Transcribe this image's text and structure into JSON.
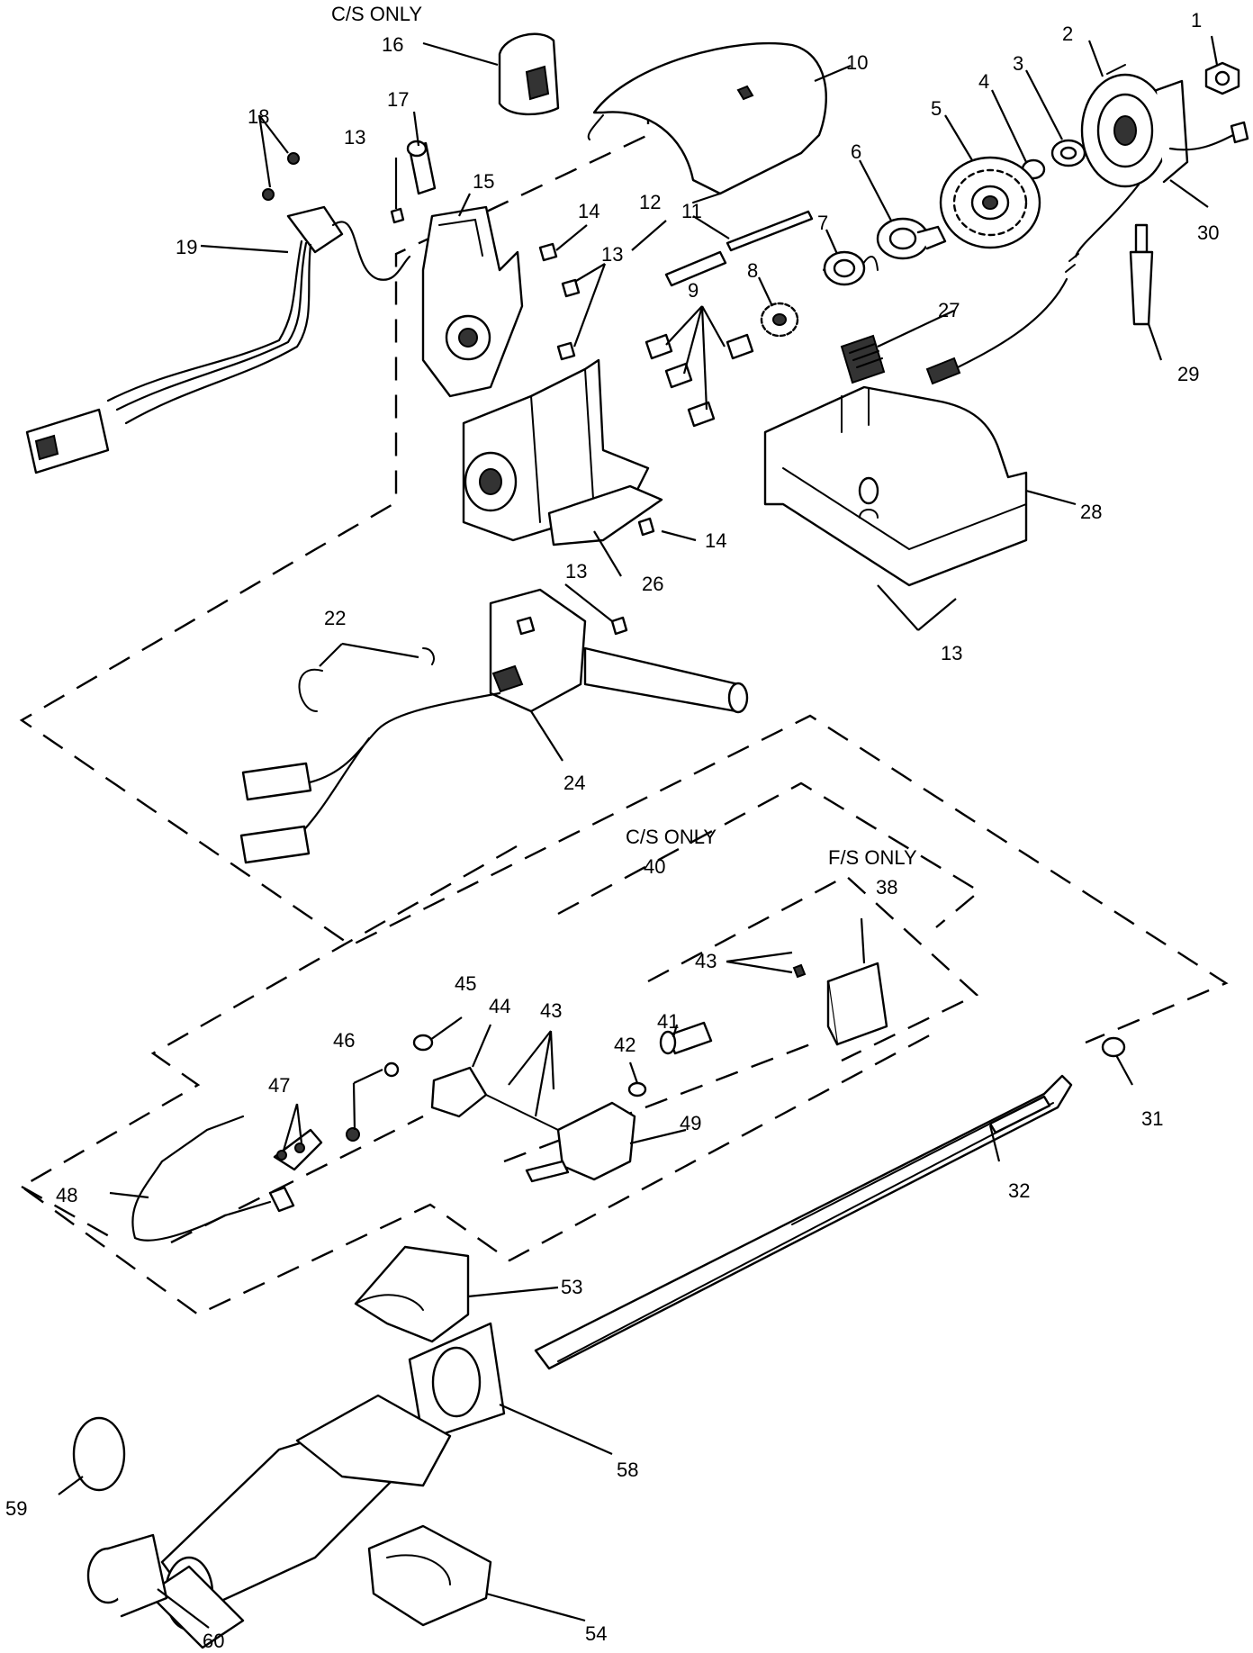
{
  "notes": {
    "cs_only_top": "C/S ONLY",
    "cs_only_mid": "C/S ONLY",
    "fs_only": "F/S ONLY"
  },
  "callouts": {
    "c1": "1",
    "c2": "2",
    "c3": "3",
    "c4": "4",
    "c5": "5",
    "c6": "6",
    "c7": "7",
    "c8": "8",
    "c9": "9",
    "c10": "10",
    "c11": "11",
    "c12": "12",
    "c13a": "13",
    "c13b": "13",
    "c13c": "13",
    "c13d": "13",
    "c14a": "14",
    "c14b": "14",
    "c15": "15",
    "c16": "16",
    "c17": "17",
    "c18": "18",
    "c19": "19",
    "c22": "22",
    "c24": "24",
    "c26": "26",
    "c27": "27",
    "c28": "28",
    "c29": "29",
    "c30": "30",
    "c31": "31",
    "c32": "32",
    "c38": "38",
    "c40": "40",
    "c41": "41",
    "c42": "42",
    "c43a": "43",
    "c43b": "43",
    "c44": "44",
    "c45": "45",
    "c46": "46",
    "c47": "47",
    "c48": "48",
    "c49": "49",
    "c53": "53",
    "c54": "54",
    "c58": "58",
    "c59": "59",
    "c60": "60"
  }
}
